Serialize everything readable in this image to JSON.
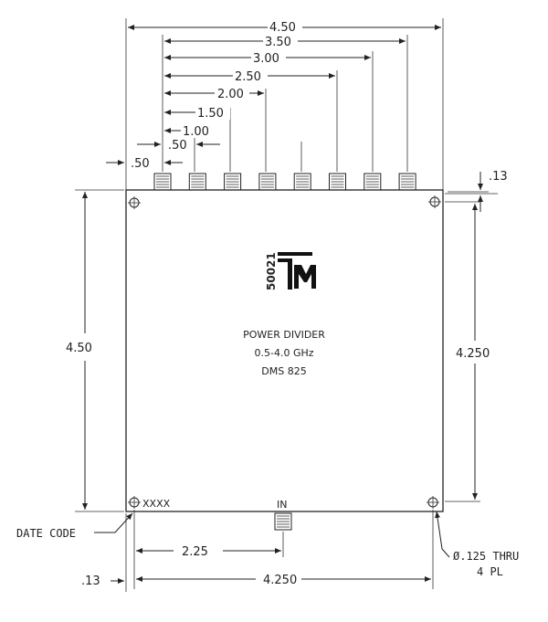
{
  "dimensions": {
    "top_overall": "4.50",
    "top_spans": [
      "3.50",
      "3.00",
      "2.50",
      "2.00",
      "1.50",
      "1.00"
    ],
    "pitch_top": ".50",
    "pitch_left": ".50",
    "top_right_offset": ".13",
    "left_height": "4.50",
    "right_height": "4.250",
    "bottom_offset_left": ".13",
    "bottom_input": "2.25",
    "bottom_overall": "4.250"
  },
  "logo": {
    "number": "50021"
  },
  "body_text": {
    "title": "POWER DIVIDER",
    "frequency": "0.5-4.0 GHz",
    "model": "DMS 825"
  },
  "labels": {
    "input": "IN",
    "date_placeholder": "XXXX",
    "date_code": "DATE CODE",
    "hole_spec_line1": "Ø.125 THRU",
    "hole_spec_line2": "4 PL"
  },
  "outputs_count": 8
}
